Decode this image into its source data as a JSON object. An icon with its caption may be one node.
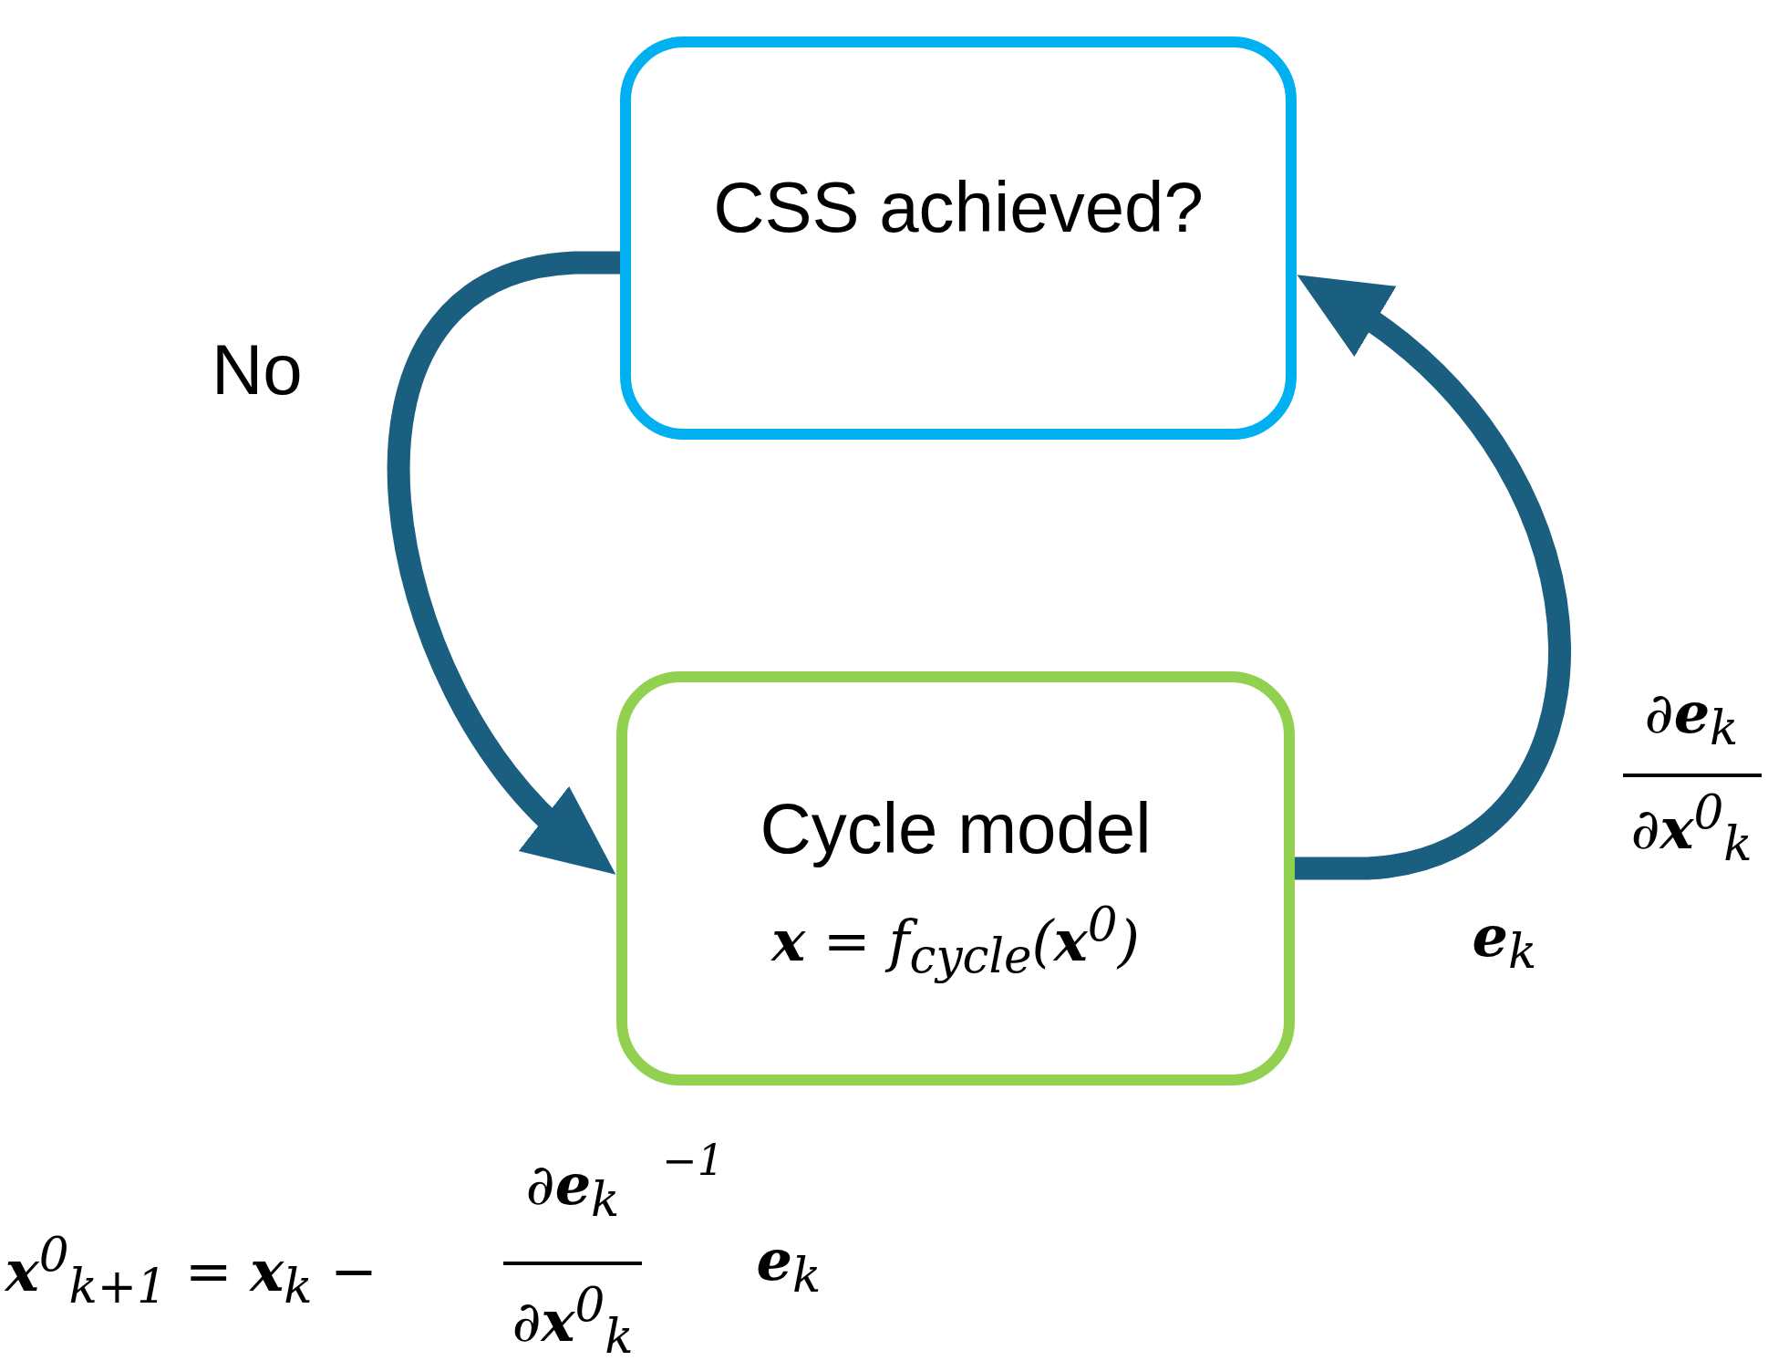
{
  "diagram": {
    "nodes": [
      {
        "text": [
          "CSS achieved?"
        ]
      },
      {
        "text": [
          "Cycle model",
          "**x** = *f*$_{cycle}$(**x**$^{0}$)"
        ]
      }
    ],
    "edges": [
      {
        "from": 0,
        "to": 1,
        "arrow": "to",
        "label": "No"
      },
      {
        "from": 1,
        "to": 0,
        "arrow": "to"
      }
    ],
    "labels": [
      "∂**e**$_{k}$",
      "∂**x**$^{0}$$_{k}$",
      "**e**$_{k}$",
      "**x**$^{0}$$_{k+1}$ = **x**$_{k}$ −",
      "∂**e**$_{k}$",
      "∂**x**$^{0}$$_{k}$",
      "−1",
      "**e**$_{k}$"
    ]
  }
}
